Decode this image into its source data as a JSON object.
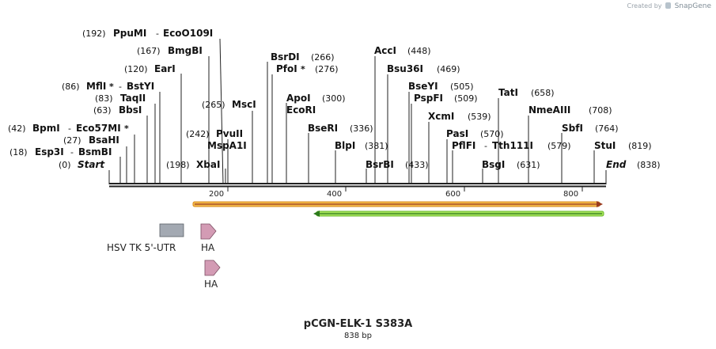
{
  "credit": {
    "prefix": "Created by",
    "brand": "SnapGene"
  },
  "map": {
    "title": "pCGN-ELK-1 S383A",
    "length_label": "838 bp",
    "length_bp": 838,
    "ticks": [
      "200",
      "400",
      "600",
      "800"
    ],
    "sites": [
      {
        "name": "PpuMI",
        "pos": 192,
        "pair": "EcoO109I",
        "label": "(192)",
        "mark": ""
      },
      {
        "name": "BmgBI",
        "pos": 167,
        "label": "(167)",
        "mark": ""
      },
      {
        "name": "EarI",
        "pos": 120,
        "label": "(120)",
        "mark": ""
      },
      {
        "name": "MflI",
        "pos": 86,
        "pair": "BstYI",
        "label": "(86)",
        "mark": "*"
      },
      {
        "name": "TaqII",
        "pos": 83,
        "label": "(83)",
        "mark": ""
      },
      {
        "name": "BbsI",
        "pos": 63,
        "label": "(63)",
        "mark": ""
      },
      {
        "name": "BpmI",
        "pos": 42,
        "pair": "Eco57MI",
        "label": "(42)",
        "mark": "*"
      },
      {
        "name": "BsaHI",
        "pos": 27,
        "label": "(27)",
        "mark": ""
      },
      {
        "name": "Esp3I",
        "pos": 18,
        "pair": "BsmBI",
        "label": "(18)",
        "mark": ""
      },
      {
        "name": "Start",
        "pos": 0,
        "label": "(0)",
        "mark": "",
        "italic": true
      },
      {
        "name": "MscI",
        "pos": 265,
        "label": "(265)",
        "mark": ""
      },
      {
        "name": "PvuII",
        "pos": 242,
        "label": "(242)",
        "mark": ""
      },
      {
        "name": "MspA1I",
        "pos": 242,
        "label": "",
        "mark": ""
      },
      {
        "name": "XbaI",
        "pos": 198,
        "label": "(198)",
        "mark": ""
      },
      {
        "name": "BsrDI",
        "pos": 266,
        "label": "(266)",
        "mark": ""
      },
      {
        "name": "PfoI",
        "pos": 276,
        "label": "(276)",
        "mark": "*"
      },
      {
        "name": "ApoI",
        "pos": 300,
        "label": "(300)",
        "mark": ""
      },
      {
        "name": "EcoRI",
        "pos": 300,
        "label": "",
        "mark": ""
      },
      {
        "name": "BseRI",
        "pos": 336,
        "label": "(336)",
        "mark": ""
      },
      {
        "name": "BlpI",
        "pos": 381,
        "label": "(381)",
        "mark": ""
      },
      {
        "name": "AccI",
        "pos": 448,
        "label": "(448)",
        "mark": ""
      },
      {
        "name": "Bsu36I",
        "pos": 469,
        "label": "(469)",
        "mark": ""
      },
      {
        "name": "BseYI",
        "pos": 505,
        "label": "(505)",
        "mark": ""
      },
      {
        "name": "PspFI",
        "pos": 509,
        "label": "(509)",
        "mark": ""
      },
      {
        "name": "XcmI",
        "pos": 539,
        "label": "(539)",
        "mark": ""
      },
      {
        "name": "BsrBI",
        "pos": 433,
        "label": "(433)",
        "mark": ""
      },
      {
        "name": "PasI",
        "pos": 570,
        "label": "(570)",
        "mark": ""
      },
      {
        "name": "PflFI",
        "pos": 579,
        "pair": "Tth111I",
        "label": "(579)",
        "mark": ""
      },
      {
        "name": "BsgI",
        "pos": 631,
        "label": "(631)",
        "mark": ""
      },
      {
        "name": "TatI",
        "pos": 658,
        "label": "(658)",
        "mark": ""
      },
      {
        "name": "NmeAIII",
        "pos": 708,
        "label": "(708)",
        "mark": ""
      },
      {
        "name": "SbfI",
        "pos": 764,
        "label": "(764)",
        "mark": ""
      },
      {
        "name": "StuI",
        "pos": 819,
        "label": "(819)",
        "mark": ""
      },
      {
        "name": "End",
        "pos": 838,
        "label": "(838)",
        "mark": "",
        "italic": true
      }
    ],
    "features": [
      {
        "name": "",
        "start": 142,
        "end": 838,
        "direction": "forward",
        "color": "#f2b84b",
        "outline": "#d98b1a",
        "inner": "#9a3b1f"
      },
      {
        "name": "",
        "start": 349,
        "end": 838,
        "direction": "reverse",
        "color": "#a6e35a",
        "outline": "#6ab82b",
        "inner": "#2c7a1c"
      },
      {
        "name": "HSV TK 5'-UTR",
        "color": "#a3a9b2",
        "type": "box"
      },
      {
        "name": "HA",
        "color": "#d39bb4",
        "type": "arrow"
      },
      {
        "name": "HA",
        "color": "#d39bb4",
        "type": "arrow"
      }
    ]
  }
}
